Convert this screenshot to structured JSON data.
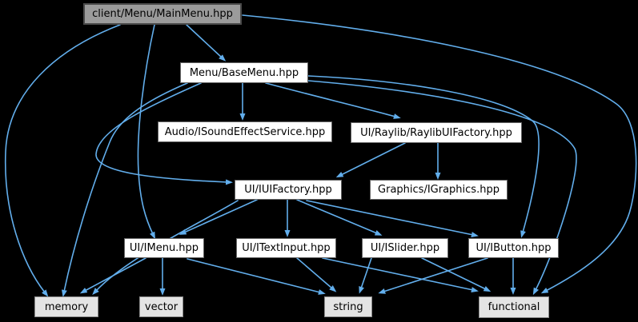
{
  "diagram": {
    "title": "Include dependency graph for client/Menu/MainMenu.hpp",
    "background": "#000000",
    "edge_color": "#62AEEC",
    "node_styles": {
      "main": {
        "fill": "#9B9B9B",
        "border": "#4A4A4A",
        "text": "#000000"
      },
      "header": {
        "fill": "#FFFFFF",
        "border": "#666666",
        "text": "#000000"
      },
      "system": {
        "fill": "#E4E4E4",
        "border": "#8C8C8C",
        "text": "#000000"
      }
    },
    "nodes": [
      {
        "id": "mainmenu",
        "label": "client/Menu/MainMenu.hpp",
        "type": "main"
      },
      {
        "id": "basemenu",
        "label": "Menu/BaseMenu.hpp",
        "type": "header"
      },
      {
        "id": "isound",
        "label": "Audio/ISoundEffectService.hpp",
        "type": "header"
      },
      {
        "id": "raylibfactory",
        "label": "UI/Raylib/RaylibUIFactory.hpp",
        "type": "header"
      },
      {
        "id": "iuifactory",
        "label": "UI/IUIFactory.hpp",
        "type": "header"
      },
      {
        "id": "igraphics",
        "label": "Graphics/IGraphics.hpp",
        "type": "header"
      },
      {
        "id": "imenu",
        "label": "UI/IMenu.hpp",
        "type": "header"
      },
      {
        "id": "itextinput",
        "label": "UI/ITextInput.hpp",
        "type": "header"
      },
      {
        "id": "islider",
        "label": "UI/ISlider.hpp",
        "type": "header"
      },
      {
        "id": "ibutton",
        "label": "UI/IButton.hpp",
        "type": "header"
      },
      {
        "id": "memory",
        "label": "memory",
        "type": "system"
      },
      {
        "id": "vector",
        "label": "vector",
        "type": "system"
      },
      {
        "id": "string",
        "label": "string",
        "type": "system"
      },
      {
        "id": "functional",
        "label": "functional",
        "type": "system"
      }
    ],
    "edges": [
      {
        "from": "mainmenu",
        "to": "basemenu"
      },
      {
        "from": "mainmenu",
        "to": "memory"
      },
      {
        "from": "mainmenu",
        "to": "imenu"
      },
      {
        "from": "mainmenu",
        "to": "functional"
      },
      {
        "from": "basemenu",
        "to": "isound"
      },
      {
        "from": "basemenu",
        "to": "raylibfactory"
      },
      {
        "from": "basemenu",
        "to": "iuifactory"
      },
      {
        "from": "basemenu",
        "to": "memory"
      },
      {
        "from": "basemenu",
        "to": "ibutton"
      },
      {
        "from": "basemenu",
        "to": "functional"
      },
      {
        "from": "raylibfactory",
        "to": "iuifactory"
      },
      {
        "from": "raylibfactory",
        "to": "igraphics"
      },
      {
        "from": "iuifactory",
        "to": "imenu"
      },
      {
        "from": "iuifactory",
        "to": "itextinput"
      },
      {
        "from": "iuifactory",
        "to": "islider"
      },
      {
        "from": "iuifactory",
        "to": "ibutton"
      },
      {
        "from": "iuifactory",
        "to": "memory"
      },
      {
        "from": "imenu",
        "to": "memory"
      },
      {
        "from": "imenu",
        "to": "vector"
      },
      {
        "from": "imenu",
        "to": "string"
      },
      {
        "from": "itextinput",
        "to": "string"
      },
      {
        "from": "itextinput",
        "to": "functional"
      },
      {
        "from": "islider",
        "to": "string"
      },
      {
        "from": "islider",
        "to": "functional"
      },
      {
        "from": "ibutton",
        "to": "string"
      },
      {
        "from": "ibutton",
        "to": "functional"
      }
    ]
  }
}
